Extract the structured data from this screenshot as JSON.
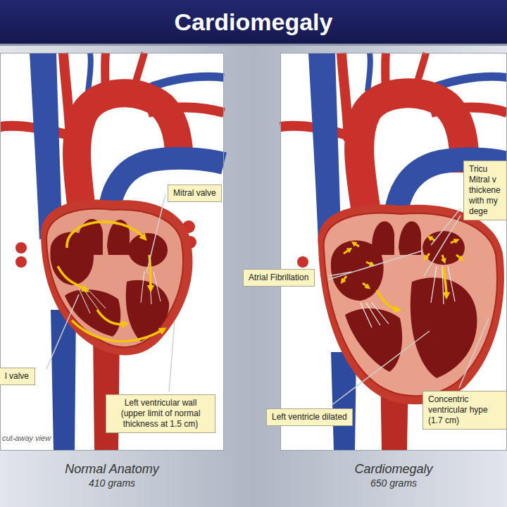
{
  "diagram": {
    "title": "Cardiomegaly",
    "nodes": [
      {
        "text": [
          "Normal Anatomy",
          "410 grams"
        ]
      },
      {
        "text": [
          "Mitral valve"
        ],
        "in": 0
      },
      {
        "text": [
          "l valve"
        ],
        "in": 0
      },
      {
        "text": [
          "Left ventricular wall (upper limit of normal thickness at 1.5 cm)"
        ],
        "in": 0
      },
      {
        "text": [
          "Cardiomegaly",
          "650 grams"
        ]
      },
      {
        "text": [
          "Tricu Mitral v thickene with my dege"
        ],
        "in": 4
      },
      {
        "text": [
          "Atrial Fibrillation"
        ],
        "in": 4
      },
      {
        "text": [
          "Left ventricle dilated"
        ],
        "in": 4
      },
      {
        "text": [
          "Concentric ventricular hype (1.7 cm)"
        ],
        "in": 4
      }
    ],
    "labels": [
      "cut-away view"
    ]
  }
}
